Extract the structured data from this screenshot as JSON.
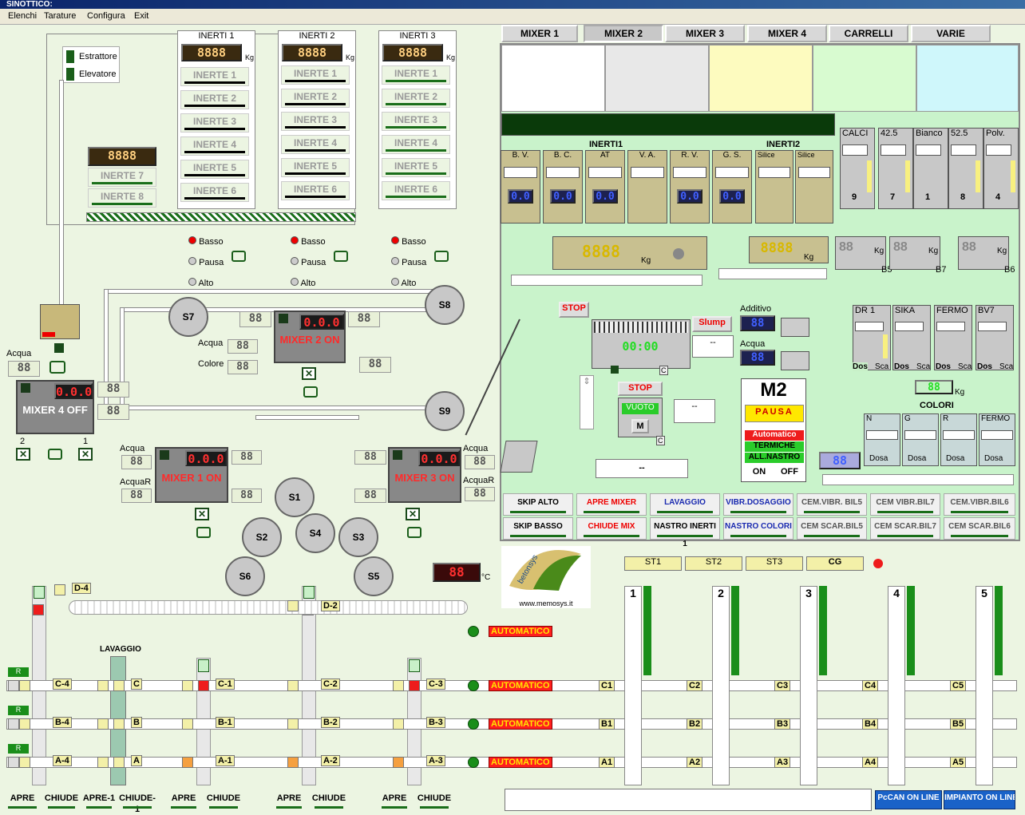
{
  "window_title": "SINOTTICO:",
  "menu": [
    "Elenchi",
    "Tarature",
    "Configura",
    "Exit"
  ],
  "tabs": [
    "MIXER 1",
    "MIXER 2",
    "MIXER 3",
    "MIXER 4",
    "CARRELLI",
    "VARIE"
  ],
  "active_tab": "MIXER 2",
  "left": {
    "estrattore": "Estrattore",
    "elevatore": "Elevatore",
    "inerti_groups": [
      {
        "title": "INERTI 1",
        "kg": "Kg",
        "items": [
          "INERTE 1",
          "INERTE 2",
          "INERTE 3",
          "INERTE 4",
          "INERTE 5",
          "INERTE 6"
        ]
      },
      {
        "title": "INERTI 2",
        "kg": "Kg",
        "items": [
          "INERTE 1",
          "INERTE 2",
          "INERTE 3",
          "INERTE 4",
          "INERTE 5",
          "INERTE 6"
        ]
      },
      {
        "title": "INERTI 3",
        "kg": "Kg",
        "items": [
          "INERTE 1",
          "INERTE 2",
          "INERTE 3",
          "INERTE 4",
          "INERTE 5",
          "INERTE 6"
        ]
      }
    ],
    "inerte7": "INERTE 7",
    "inerte8": "INERTE 8",
    "levels": {
      "basso": "Basso",
      "pausa": "Pausa",
      "alto": "Alto"
    },
    "acqua": "Acqua",
    "colore": "Colore",
    "acquaR": "AcquaR",
    "mixer1": "MIXER 1 ON",
    "mixer2": "MIXER 2 ON",
    "mixer3": "MIXER 3 ON",
    "mixer4": "MIXER 4 OFF",
    "mixer4_nums": [
      "2",
      "1"
    ],
    "silos": [
      "S7",
      "S8",
      "S9",
      "S1",
      "S2",
      "S3",
      "S4",
      "S5",
      "S6"
    ],
    "temp_unit": "°C",
    "seg_000": "0.0.0",
    "seg_88": "88",
    "seg_8888": "8888"
  },
  "right": {
    "inerti1_title": "INERTI1",
    "inerti2_title": "INERTI2",
    "hoppers": [
      "B. V.",
      "B. C.",
      "AT",
      "V. A.",
      "R. V.",
      "G. S.",
      "Silice",
      "Silice"
    ],
    "hopper_vals": [
      "0.0",
      "0.0",
      "0.0",
      "",
      "0.0",
      "0.0",
      "",
      ""
    ],
    "cement": [
      {
        "name": "CALCI",
        "num": "9"
      },
      {
        "name": "42.5",
        "num": "7"
      },
      {
        "name": "Bianco",
        "num": "1"
      },
      {
        "name": "52.5",
        "num": "8"
      },
      {
        "name": "Polv.",
        "num": "4"
      }
    ],
    "kg": "Kg",
    "bil_labels": [
      "B5",
      "B7",
      "B6"
    ],
    "c_label": "C",
    "stop": "STOP",
    "slump": "Slump",
    "slump_val": "--",
    "additivo": "Additivo",
    "acqua": "Acqua",
    "timer": "00:00",
    "vuoto": "VUOTO",
    "m_btn": "M",
    "dash2": "--",
    "dash3": "--",
    "m2": "M2",
    "pausa": "PAUSA",
    "automatico": "Automatico",
    "termiche": "TERMICHE",
    "allnastro": "ALL.NASTRO",
    "on": "ON",
    "off": "OFF",
    "additives": [
      "DR 1",
      "SIKA",
      "FERMO",
      "BV7"
    ],
    "dos": "Dos",
    "sca": "Sca",
    "colori": "COLORI",
    "colors": [
      "N",
      "G",
      "R",
      "FERMO"
    ],
    "dosa": "Dosa",
    "buttons_row1": [
      "SKIP ALTO",
      "APRE MIXER",
      "LAVAGGIO",
      "VIBR.DOSAGGIO",
      "CEM.VIBR. BIL5",
      "CEM VIBR.BIL7",
      "CEM.VIBR.BIL6"
    ],
    "buttons_row2": [
      "SKIP BASSO",
      "CHIUDE MIX",
      "NASTRO INERTI 1",
      "NASTRO COLORI",
      "CEM  SCAR.BIL5",
      "CEM  SCAR.BIL7",
      "CEM  SCAR.BIL6"
    ]
  },
  "bottom": {
    "logo_text": "betonsys",
    "logo_url": "www.memosys.it",
    "stations": [
      "ST1",
      "ST2",
      "ST3",
      "CG"
    ],
    "lavaggio": "LAVAGGIO",
    "automatico": "AUTOMATICO",
    "d_labels": [
      "D-4",
      "D-2"
    ],
    "c_labels": [
      "C-4",
      "C",
      "C-1",
      "C-2",
      "C-3"
    ],
    "b_labels": [
      "B-4",
      "B",
      "B-1",
      "B-2",
      "B-3"
    ],
    "a_labels": [
      "A-4",
      "A",
      "A-1",
      "A-2",
      "A-3"
    ],
    "bays": [
      "1",
      "2",
      "3",
      "4",
      "5"
    ],
    "c_bays": [
      "C1",
      "C2",
      "C3",
      "C4",
      "C5"
    ],
    "b_bays": [
      "B1",
      "B2",
      "B3",
      "B4",
      "B5"
    ],
    "a_bays": [
      "A1",
      "A2",
      "A3",
      "A4",
      "A5"
    ],
    "r": "R",
    "bottom_buttons": [
      "APRE",
      "CHIUDE",
      "APRE-1",
      "CHIUDE-1",
      "APRE",
      "CHIUDE",
      "APRE",
      "CHIUDE",
      "APRE",
      "CHIUDE"
    ],
    "pccan": "PcCAN ON LINE",
    "impianto": "IMPIANTO ON LINE"
  },
  "colors": {
    "accent_green": "#1a6e1a",
    "alarm_red": "#ee1c1c",
    "auto_yellow": "#ffe800"
  }
}
